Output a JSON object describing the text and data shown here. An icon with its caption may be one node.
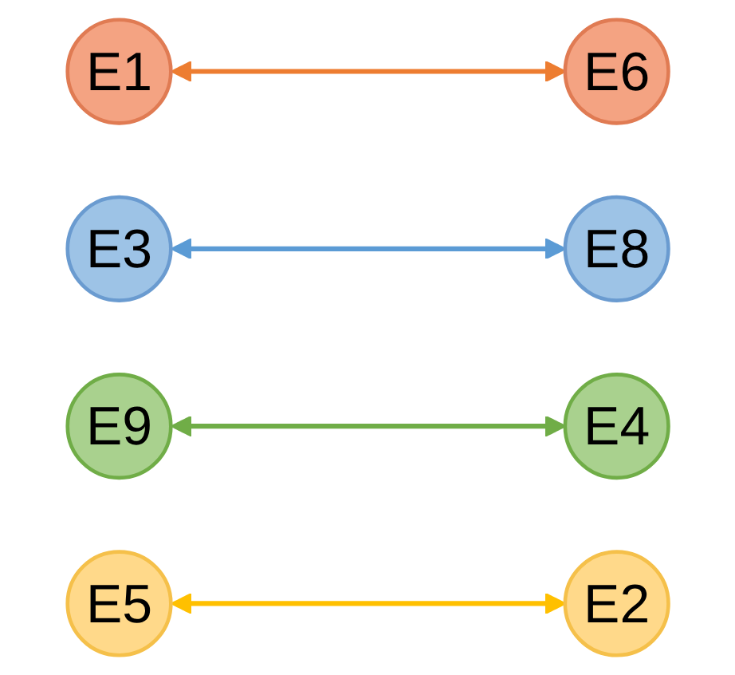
{
  "diagram": {
    "nodes": [
      {
        "text": [
          "E1"
        ]
      },
      {
        "text": [
          "E2"
        ]
      },
      {
        "text": [
          "E3"
        ]
      },
      {
        "text": [
          "E4"
        ]
      },
      {
        "text": [
          "E9"
        ]
      },
      {
        "text": [
          "E8"
        ]
      },
      {
        "text": [
          "E5"
        ]
      },
      {
        "text": [
          "E6"
        ]
      }
    ],
    "edges": [
      {
        "from": 0,
        "to": 7,
        "arrow": "both",
        "color": "#ed7d31"
      },
      {
        "from": 6,
        "to": 1,
        "arrow": "both",
        "color": "#ffc000"
      },
      {
        "from": 2,
        "to": 5,
        "arrow": "both",
        "color": "#5b9bd5"
      },
      {
        "from": 4,
        "to": 3,
        "arrow": "both",
        "color": "#70ad47"
      }
    ]
  }
}
